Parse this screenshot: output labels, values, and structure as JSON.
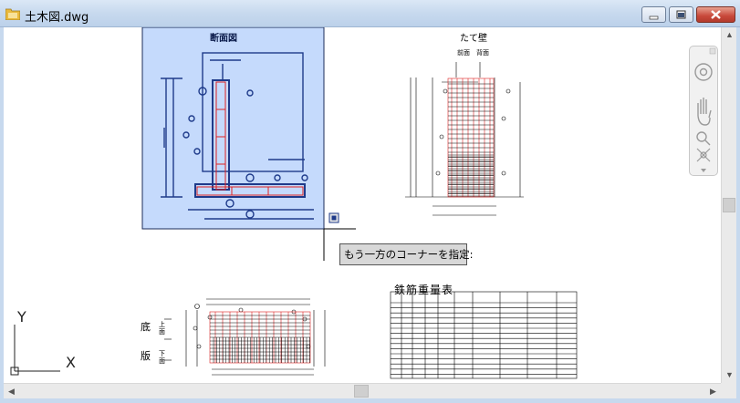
{
  "window": {
    "title": "土木図.dwg"
  },
  "drawing": {
    "selected_section_title": "断面図",
    "wall_title": "たて壁",
    "wall_front_label": "前面",
    "wall_back_label": "背面",
    "table_title": "鉄筋重量表",
    "slab_labels": [
      "底",
      "版"
    ],
    "slab_side_labels": [
      "上面",
      "下面"
    ]
  },
  "command_prompt": "もう一方のコーナーを指定:",
  "ucs": {
    "y_label": "Y",
    "x_label": "X"
  },
  "navbar": {
    "tools": [
      "steering-wheel",
      "pan",
      "zoom",
      "orbit"
    ]
  },
  "colors": {
    "selection_fill": "#c5dafc",
    "accent": "#1e3a8a",
    "rebar": "#d22",
    "titlebar": "#c7d9ee"
  }
}
